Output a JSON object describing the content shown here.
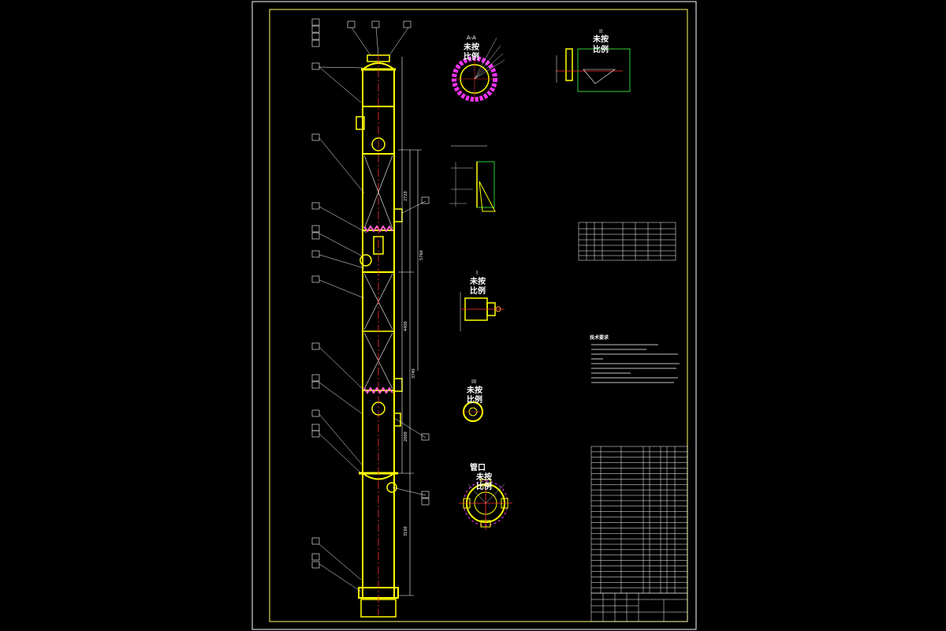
{
  "colors": {
    "background": "#000000",
    "frame": "#ffffff",
    "inner_frame": "#ffff66",
    "vessel": "#ffff00",
    "centerline": "#ff3030",
    "magenta": "#ff33ff",
    "green": "#33cc33",
    "orange": "#ff9933",
    "text": "#ffffff"
  },
  "views": {
    "section_aa": {
      "title": "A-A",
      "scale_line1": "未按",
      "scale_line2": "比例"
    },
    "detail_ii": {
      "title": "II",
      "scale_line1": "未按",
      "scale_line2": "比例"
    },
    "detail_i": {
      "title": "I",
      "scale_line1": "未按",
      "scale_line2": "比例"
    },
    "detail_iii": {
      "title": "III",
      "scale_line1": "未按",
      "scale_line2": "比例"
    },
    "nozzle_view": {
      "title_line1": "管口",
      "scale_line1": "未按",
      "scale_line2": "比例"
    }
  },
  "dimensions": {
    "vertical": [
      "2720",
      "5760",
      "3740",
      "4400",
      "3100",
      "2000"
    ]
  },
  "tables": {
    "nozzle_table_rows": 6,
    "parts_list_rows": 27,
    "title_block_rows": 4
  },
  "notes": {
    "heading": "技术要求"
  }
}
